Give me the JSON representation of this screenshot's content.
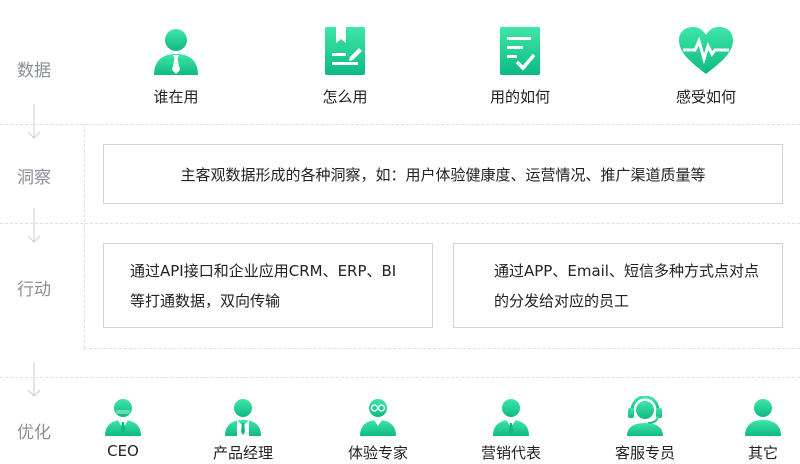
{
  "stages": {
    "data": "数据",
    "insight": "洞察",
    "action": "行动",
    "optimize": "优化"
  },
  "data_items": [
    {
      "icon": "user-icon",
      "label": "谁在用"
    },
    {
      "icon": "bookmark-document-icon",
      "label": "怎么用"
    },
    {
      "icon": "checklist-icon",
      "label": "用的如何"
    },
    {
      "icon": "heart-pulse-icon",
      "label": "感受如何"
    }
  ],
  "insight": {
    "text": "主客观数据形成的各种洞察，如：用户体验健康度、运营情况、推广渠道质量等"
  },
  "action": {
    "api": "通过API接口和企业应用CRM、ERP、BI等打通数据，双向传输",
    "notify": "通过APP、Email、短信多种方式点对点的分发给对应的员工"
  },
  "roles": [
    {
      "icon": "ceo-icon",
      "label": "CEO"
    },
    {
      "icon": "product-manager-icon",
      "label": "产品经理"
    },
    {
      "icon": "ux-expert-icon",
      "label": "体验专家"
    },
    {
      "icon": "marketing-rep-icon",
      "label": "营销代表"
    },
    {
      "icon": "customer-service-icon",
      "label": "客服专员"
    },
    {
      "icon": "other-person-icon",
      "label": "其它"
    }
  ],
  "colors": {
    "gradient_start": "#3ee6a6",
    "gradient_end": "#0fb983",
    "stage_text": "#8a8f99",
    "box_border": "#cfd3d9"
  }
}
